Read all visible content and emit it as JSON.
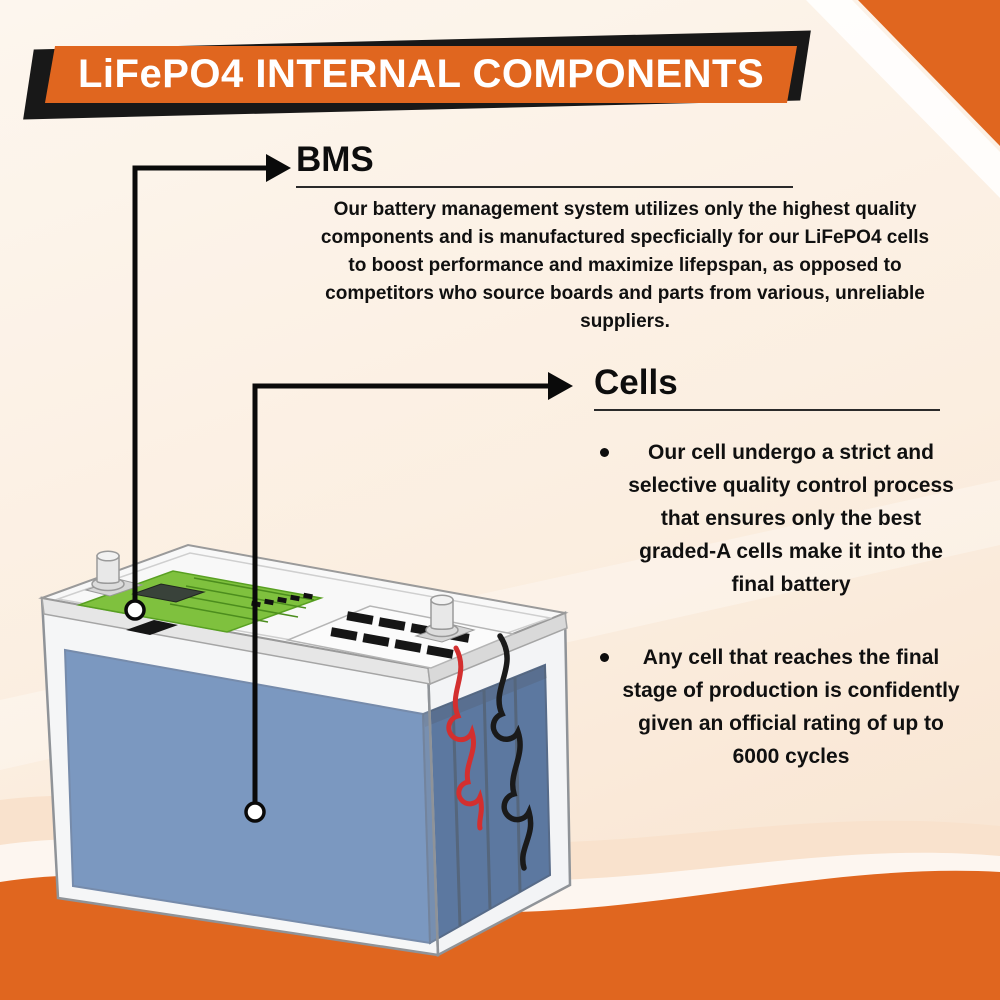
{
  "title": "LiFePO4 INTERNAL COMPONENTS",
  "bms": {
    "heading": "BMS",
    "body": "Our battery management system utilizes only the highest quality components and is manufactured specficially for our LiFePO4 cells to boost performance and maximize lifepspan, as opposed to competitors who source boards and parts from various, unreliable suppliers."
  },
  "cells": {
    "heading": "Cells",
    "bullets": [
      "Our cell undergo a strict and selective quality control process that ensures only the best graded-A cells make it into the final battery",
      "Any cell that reaches the final stage of production is confidently given an official rating of up to 6000 cycles"
    ]
  },
  "colors": {
    "accent_orange": "#E0661F",
    "banner_shadow": "#181818",
    "cell_blue_front": "#1D4E93",
    "cell_blue_side": "#163E77",
    "board_green": "#7FC13E",
    "wire_red": "#D32F2F",
    "wire_black": "#1A1A1A",
    "background_cream": "#FBEEE0"
  }
}
